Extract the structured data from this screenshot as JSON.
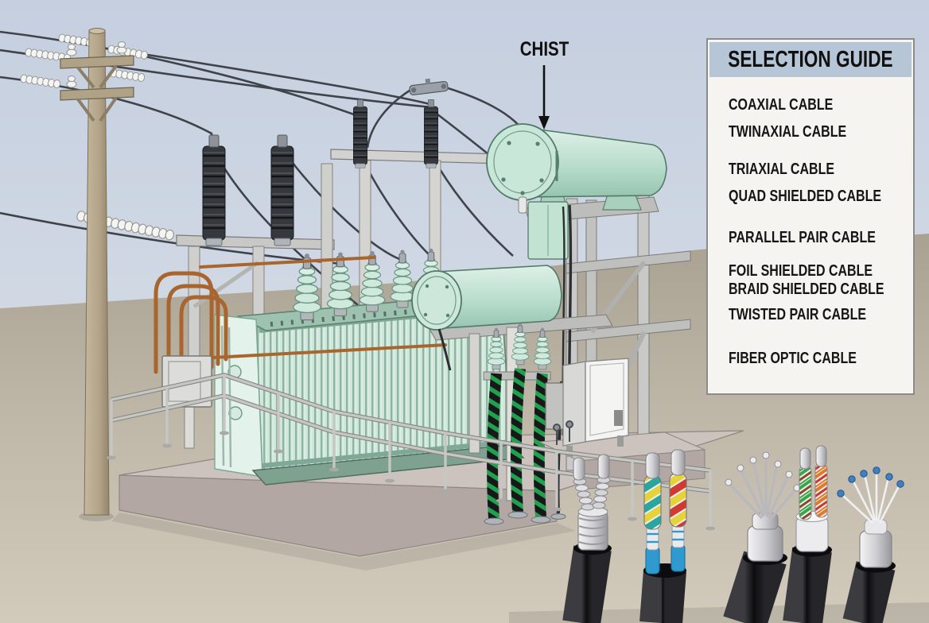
{
  "scene": {
    "chist_label": "CHIST",
    "description": "3D illustration of a power substation: wooden utility pole with overhead lines and strain insulators, surge arresters on steel stands, mint-green oil transformer with radiator fins and bushings, two cylindrical conservator tanks (top one labeled CHIST), concrete pad with handrails, control cabinet, and five cable cutaway samples in the foreground"
  },
  "selection_guide": {
    "title": "SELECTION GUIDE",
    "items": [
      "COAXIAL CABLE",
      "TWINAXIAL CABLE",
      "TRIAXIAL CABLE",
      "QUAD SHIELDED CABLE",
      "PARALLEL PAIR CABLE",
      "FOIL SHIELDED CABLE",
      "BRAID SHIELDED CABLE",
      "TWISTED PAIR CABLE",
      "FIBER OPTIC CABLE"
    ]
  },
  "colors": {
    "panel-bg": "#f5f4f1",
    "panel-header": "#b7c6d6",
    "panel-border": "#8b8b8b",
    "panel-text": "#151515",
    "sky-top": "#c5cfdf",
    "sky-bottom": "#dde2ea",
    "ground": "#c0b8a9",
    "transformer-mint": "#cfe8db",
    "tank-mint": "#b9ddcc",
    "copper-pipe": "#a8652e",
    "steel": "#c9c9c7",
    "cable-jacket": "#151517",
    "cable-green": "#21a14e",
    "fiber-tip-blue": "#3f7fc4",
    "wire-dark": "#3f444a"
  }
}
